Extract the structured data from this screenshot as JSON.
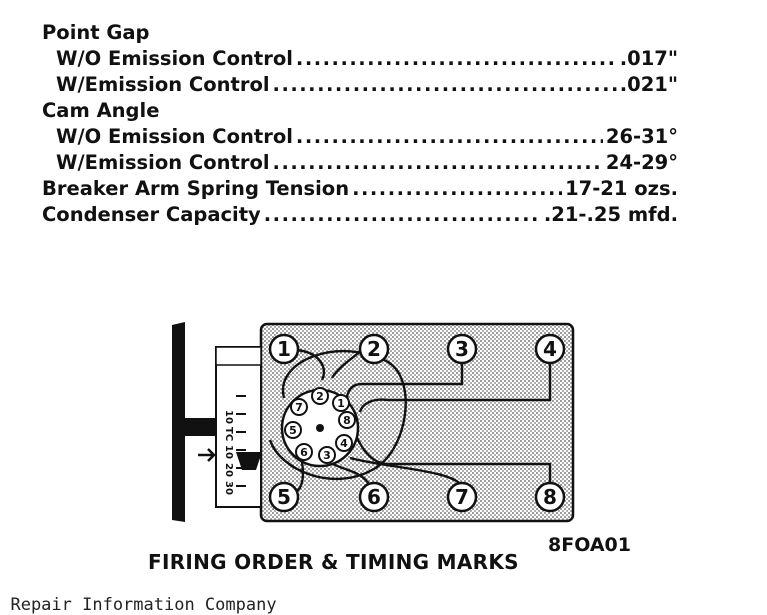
{
  "specs": {
    "point_gap": {
      "heading": "Point Gap",
      "rows": [
        {
          "label": "W/O Emission Control",
          "value": ".017\""
        },
        {
          "label": "W/Emission Control",
          "value": ".021\""
        }
      ]
    },
    "cam_angle": {
      "heading": "Cam Angle",
      "rows": [
        {
          "label": "W/O Emission Control",
          "value": "26-31°"
        },
        {
          "label": "W/Emission Control",
          "value": "24-29°"
        }
      ]
    },
    "breaker": {
      "label": "Breaker Arm Spring Tension",
      "value": "17-21 ozs."
    },
    "condenser": {
      "label": "Condenser Capacity",
      "value": ".21-.25 mfd."
    }
  },
  "diagram": {
    "cylinders": [
      "1",
      "2",
      "3",
      "4",
      "5",
      "6",
      "7",
      "8"
    ],
    "distributor_numbers": [
      "1",
      "8",
      "4",
      "3",
      "6",
      "5",
      "7",
      "2"
    ],
    "timing_scale": [
      "10",
      "TC",
      "10",
      "20",
      "30"
    ],
    "caption": "FIRING ORDER & TIMING MARKS",
    "figure_code": "8FOA01"
  },
  "footer": {
    "text": "l Repair Information Company"
  }
}
